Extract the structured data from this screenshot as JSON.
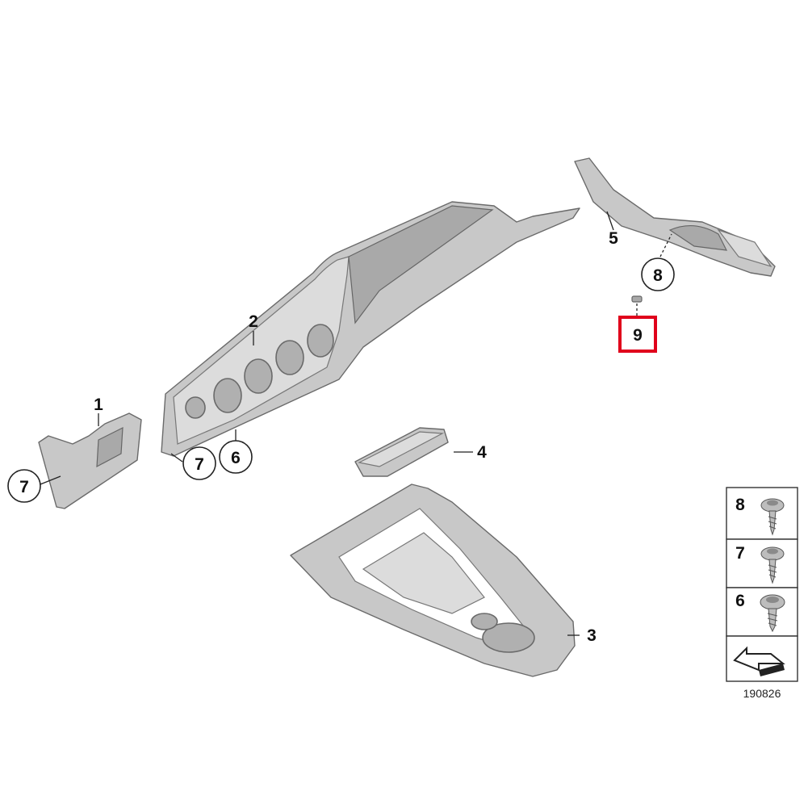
{
  "callouts": {
    "p1": "1",
    "p2": "2",
    "p3": "3",
    "p4": "4",
    "p5": "5",
    "p6": "6",
    "p7a": "7",
    "p7b": "7",
    "p8": "8",
    "p9": "9"
  },
  "legend": {
    "items": [
      "8",
      "7",
      "6"
    ]
  },
  "diagram_code": "190826",
  "colors": {
    "highlight": "#e0001b",
    "part_fill": "#c8c8c8",
    "outline": "#6a6a6a"
  }
}
